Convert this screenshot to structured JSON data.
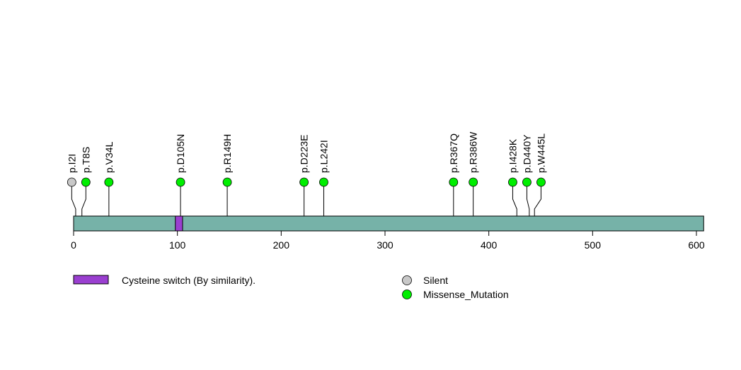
{
  "chart_data": {
    "type": "lollipop",
    "protein_length": 607,
    "xlim": [
      0,
      607
    ],
    "x_ticks": [
      0,
      100,
      200,
      300,
      400,
      500,
      600
    ],
    "domains": [
      {
        "name": "Cysteine switch (By similarity).",
        "start": 98,
        "end": 105,
        "color": "#9A3FD0"
      }
    ],
    "protein_color": "#76B2A8",
    "mutations": [
      {
        "label": "p.I2I",
        "position": 2,
        "type": "Silent"
      },
      {
        "label": "p.T8S",
        "position": 8,
        "type": "Missense_Mutation"
      },
      {
        "label": "p.V34L",
        "position": 34,
        "type": "Missense_Mutation"
      },
      {
        "label": "p.D105N",
        "position": 103,
        "type": "Missense_Mutation"
      },
      {
        "label": "p.R149H",
        "position": 148,
        "type": "Missense_Mutation"
      },
      {
        "label": "p.D223E",
        "position": 222,
        "type": "Missense_Mutation"
      },
      {
        "label": "p.L242I",
        "position": 241,
        "type": "Missense_Mutation"
      },
      {
        "label": "p.R367Q",
        "position": 366,
        "type": "Missense_Mutation"
      },
      {
        "label": "p.R386W",
        "position": 385,
        "type": "Missense_Mutation"
      },
      {
        "label": "p.I428K",
        "position": 427,
        "type": "Missense_Mutation"
      },
      {
        "label": "p.D440Y",
        "position": 439,
        "type": "Missense_Mutation"
      },
      {
        "label": "p.W445L",
        "position": 444,
        "type": "Missense_Mutation"
      }
    ],
    "legend": [
      {
        "label": "Silent",
        "color": "#C8C8C8"
      },
      {
        "label": "Missense_Mutation",
        "color": "#00EE00"
      }
    ]
  }
}
